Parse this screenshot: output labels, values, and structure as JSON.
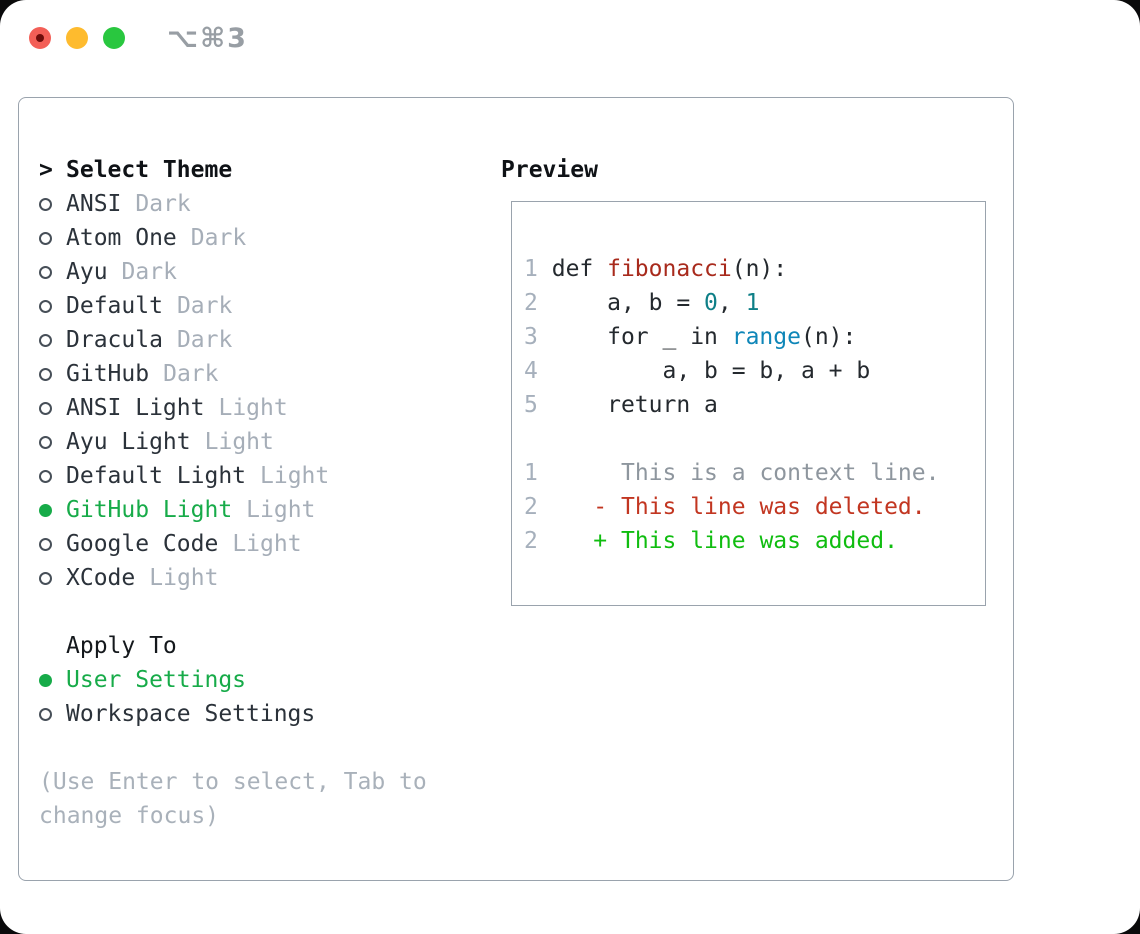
{
  "window": {
    "shortcut": "⌥⌘3",
    "traffic_lights": [
      {
        "name": "close",
        "color": "#f35f57"
      },
      {
        "name": "minimize",
        "color": "#febb2e"
      },
      {
        "name": "zoom",
        "color": "#29c73f"
      }
    ]
  },
  "theme_picker": {
    "prompt": ">",
    "title": "Select Theme",
    "themes": [
      {
        "name": "ANSI",
        "variant": "Dark",
        "selected": false
      },
      {
        "name": "Atom One",
        "variant": "Dark",
        "selected": false
      },
      {
        "name": "Ayu",
        "variant": "Dark",
        "selected": false
      },
      {
        "name": "Default",
        "variant": "Dark",
        "selected": false
      },
      {
        "name": "Dracula",
        "variant": "Dark",
        "selected": false
      },
      {
        "name": "GitHub",
        "variant": "Dark",
        "selected": false
      },
      {
        "name": "ANSI Light",
        "variant": "Light",
        "selected": false
      },
      {
        "name": "Ayu Light",
        "variant": "Light",
        "selected": false
      },
      {
        "name": "Default Light",
        "variant": "Light",
        "selected": false
      },
      {
        "name": "GitHub Light",
        "variant": "Light",
        "selected": true
      },
      {
        "name": "Google Code",
        "variant": "Light",
        "selected": false
      },
      {
        "name": "XCode",
        "variant": "Light",
        "selected": false
      }
    ],
    "apply_to": {
      "title": "Apply To",
      "options": [
        {
          "name": "User Settings",
          "selected": true
        },
        {
          "name": "Workspace Settings",
          "selected": false
        }
      ]
    },
    "hint_lines": [
      "(Use Enter to select, Tab to",
      "change focus)"
    ]
  },
  "preview": {
    "title": "Preview",
    "code_lines": [
      {
        "num": "1",
        "tokens": [
          {
            "text": "def ",
            "style": "plain"
          },
          {
            "text": "fibonacci",
            "style": "func"
          },
          {
            "text": "(n):",
            "style": "plain"
          }
        ]
      },
      {
        "num": "2",
        "tokens": [
          {
            "text": "    a, b = ",
            "style": "plain"
          },
          {
            "text": "0",
            "style": "num"
          },
          {
            "text": ", ",
            "style": "plain"
          },
          {
            "text": "1",
            "style": "num"
          }
        ]
      },
      {
        "num": "3",
        "tokens": [
          {
            "text": "    for _ in ",
            "style": "plain"
          },
          {
            "text": "range",
            "style": "builtin"
          },
          {
            "text": "(n):",
            "style": "plain"
          }
        ]
      },
      {
        "num": "4",
        "tokens": [
          {
            "text": "        a, b = b, a + b",
            "style": "plain"
          }
        ]
      },
      {
        "num": "5",
        "tokens": [
          {
            "text": "    return a",
            "style": "plain"
          }
        ]
      }
    ],
    "diff_lines": [
      {
        "num": "1",
        "marker": " ",
        "text": "This is a context line.",
        "type": "context"
      },
      {
        "num": "2",
        "marker": "-",
        "text": "This line was deleted.",
        "type": "deleted"
      },
      {
        "num": "2",
        "marker": "+",
        "text": "This line was added.",
        "type": "added"
      }
    ]
  },
  "colors": {
    "accent_green": "#17ab49",
    "muted": "#a6aeb8",
    "border": "#9aa3ad",
    "light_red": "#f35f57",
    "light_yellow": "#febb2e",
    "light_green": "#29c73f",
    "code_plain": "#24292e",
    "code_function": "#a82a1c",
    "code_number": "#0e7f87",
    "code_builtin": "#0e86b8",
    "diff_context": "#8e969e",
    "diff_deleted": "#c23621",
    "diff_added": "#10bd10"
  }
}
